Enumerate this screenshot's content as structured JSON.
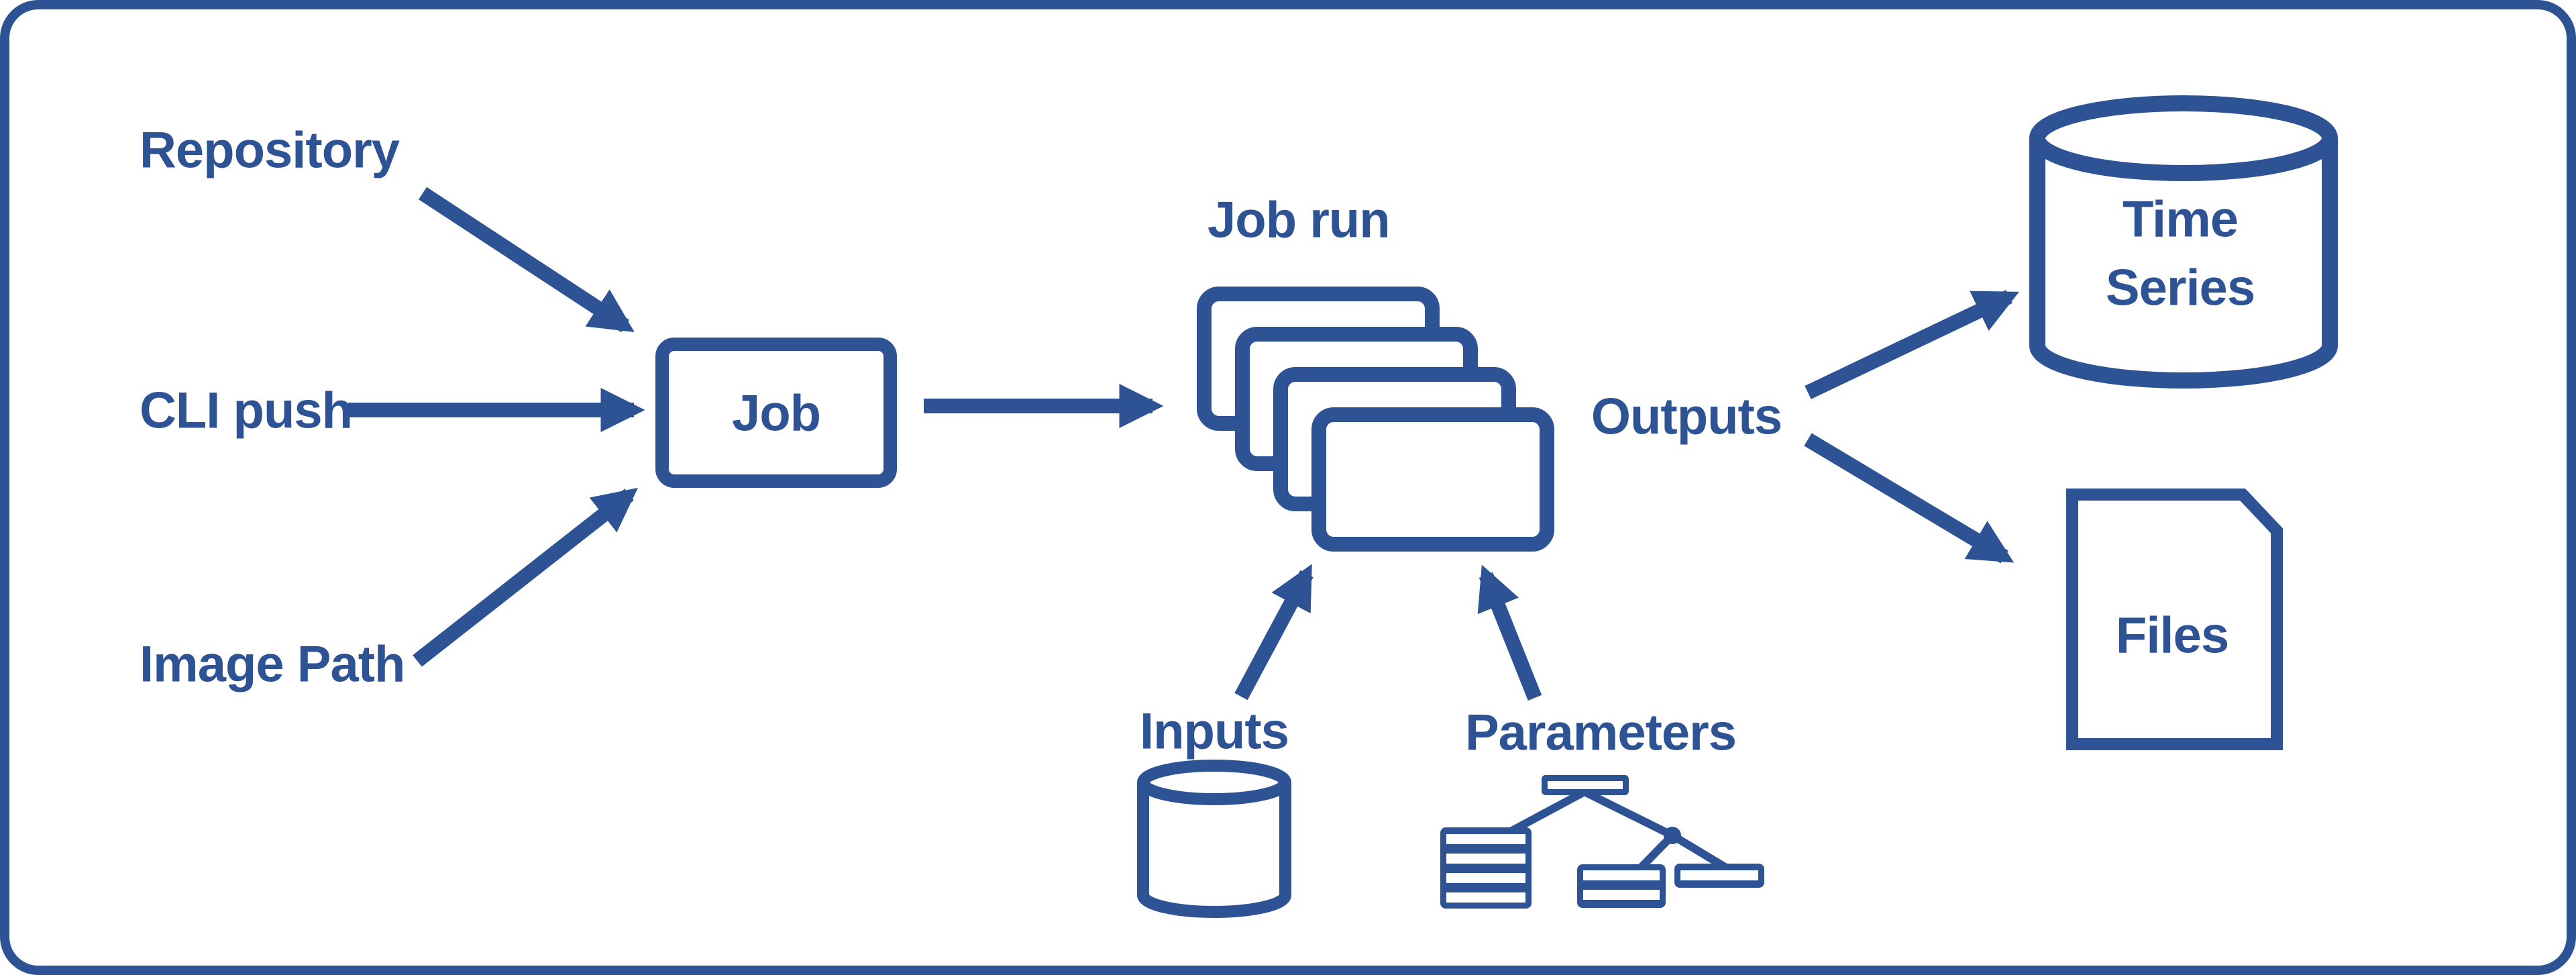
{
  "diagram": {
    "colors": {
      "accent": "#2E5394",
      "background": "#FFFFFF"
    },
    "labels": {
      "repository": "Repository",
      "cli_push": "CLI push",
      "image_path": "Image Path",
      "job": "Job",
      "job_run": "Job run",
      "inputs": "Inputs",
      "parameters": "Parameters",
      "outputs": "Outputs",
      "time_series_line1": "Time",
      "time_series_line2": "Series",
      "files": "Files"
    },
    "icons": {
      "job_run": "stacked-cards-icon",
      "inputs": "database-cylinder-icon",
      "time_series": "database-cylinder-icon",
      "files": "document-icon",
      "parameters": "tree-hierarchy-icon"
    },
    "edges": [
      {
        "from": "Repository",
        "to": "Job"
      },
      {
        "from": "CLI push",
        "to": "Job"
      },
      {
        "from": "Image Path",
        "to": "Job"
      },
      {
        "from": "Job",
        "to": "Job run"
      },
      {
        "from": "Inputs",
        "to": "Job run"
      },
      {
        "from": "Parameters",
        "to": "Job run"
      },
      {
        "from": "Outputs",
        "to": "Time Series"
      },
      {
        "from": "Outputs",
        "to": "Files"
      }
    ]
  }
}
